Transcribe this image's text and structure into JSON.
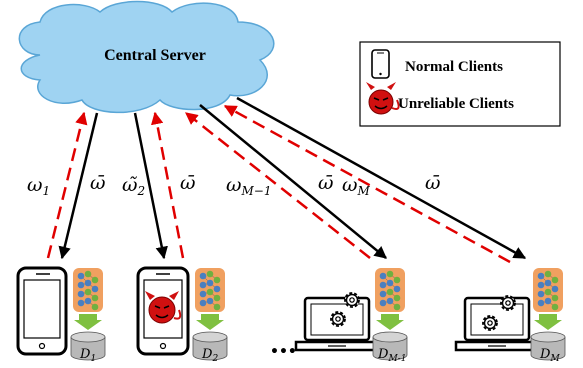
{
  "server": {
    "label": "Central Server"
  },
  "legend": {
    "normal_label": "Normal Clients",
    "unreliable_label": "Unreliable Clients"
  },
  "arrows": {
    "upload_color": "#e00000",
    "download_color": "#000000"
  },
  "labels": {
    "w1_base": "ω",
    "w1_sub": "1",
    "wbar_1": "ω̄",
    "w2_base": "ω̃",
    "w2_sub": "2",
    "wbar_2": "ω̄",
    "wM1_base": "ω",
    "wM1_sub": "M−1",
    "wbar_3": "ω̄",
    "wM_base": "ω",
    "wM_sub": "M",
    "wbar_4": "ω̄"
  },
  "datasets": {
    "d1": "D",
    "d1_sub": "1",
    "d2": "D",
    "d2_sub": "2",
    "dM1": "D",
    "dM1_sub": "M-1",
    "dM": "D",
    "dM_sub": "M"
  },
  "ellipsis": "•••",
  "colors": {
    "cloud_fill": "#9fd3f2",
    "cloud_stroke": "#5aa6d6",
    "nn_bg": "#f0a060",
    "node_blue": "#4a7fc0",
    "node_green": "#70b040",
    "db_fill": "#b8b8b8",
    "arrow_green": "#7fc040"
  }
}
